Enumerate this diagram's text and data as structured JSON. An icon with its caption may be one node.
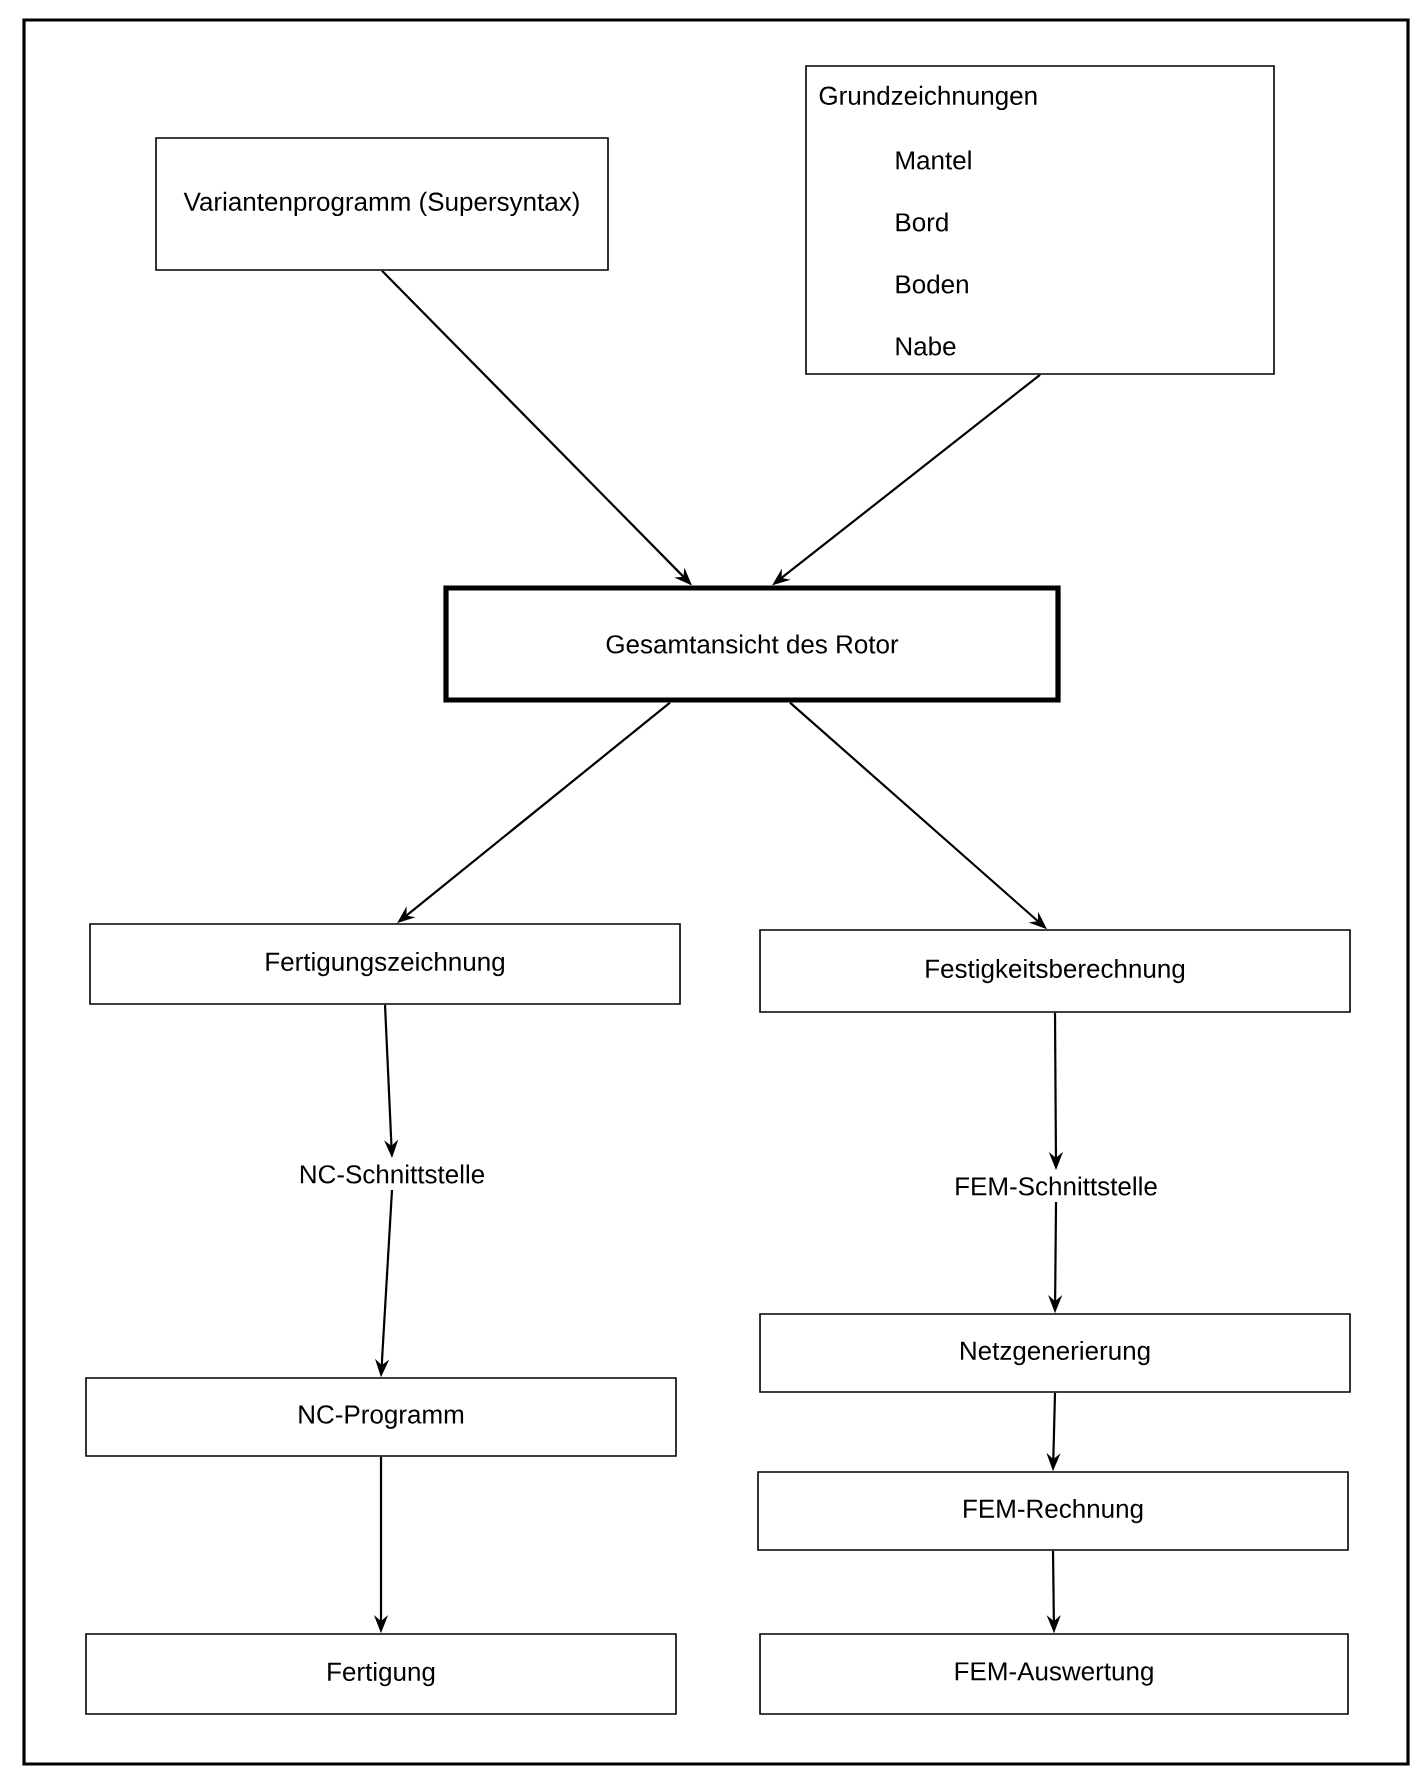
{
  "diagram": {
    "nodes": [
      {
        "text": [
          "Variantenprogramm (Supersyntax)"
        ]
      },
      {
        "text": [
          "Grundzeichnungen",
          "Mantel",
          "Bord",
          "Boden",
          "Nabe"
        ]
      },
      {
        "text": [
          "Gesamtansicht des Rotor"
        ]
      },
      {
        "text": [
          "Fertigungszeichnung"
        ]
      },
      {
        "text": [
          "Festigkeitsberechnung"
        ]
      },
      {
        "text": [
          "NC-Schnittstelle"
        ]
      },
      {
        "text": [
          "FEM-Schnittstelle"
        ]
      },
      {
        "text": [
          "NC-Programm"
        ]
      },
      {
        "text": [
          "Netzgenerierung"
        ]
      },
      {
        "text": [
          "FEM-Rechnung"
        ]
      },
      {
        "text": [
          "Fertigung"
        ]
      },
      {
        "text": [
          "FEM-Auswertung"
        ]
      }
    ],
    "edges": [
      {
        "from": 0,
        "to": 2,
        "arrow": "to"
      },
      {
        "from": 1,
        "to": 2,
        "arrow": "to"
      },
      {
        "from": 2,
        "to": 3,
        "arrow": "to"
      },
      {
        "from": 2,
        "to": 4,
        "arrow": "to"
      },
      {
        "from": 3,
        "to": 5,
        "arrow": "to"
      },
      {
        "from": 5,
        "to": 7,
        "arrow": "to"
      },
      {
        "from": 7,
        "to": 10,
        "arrow": "to"
      },
      {
        "from": 4,
        "to": 6,
        "arrow": "to"
      },
      {
        "from": 6,
        "to": 8,
        "arrow": "to"
      },
      {
        "from": 8,
        "to": 9,
        "arrow": "to"
      },
      {
        "from": 9,
        "to": 11,
        "arrow": "to"
      }
    ]
  }
}
